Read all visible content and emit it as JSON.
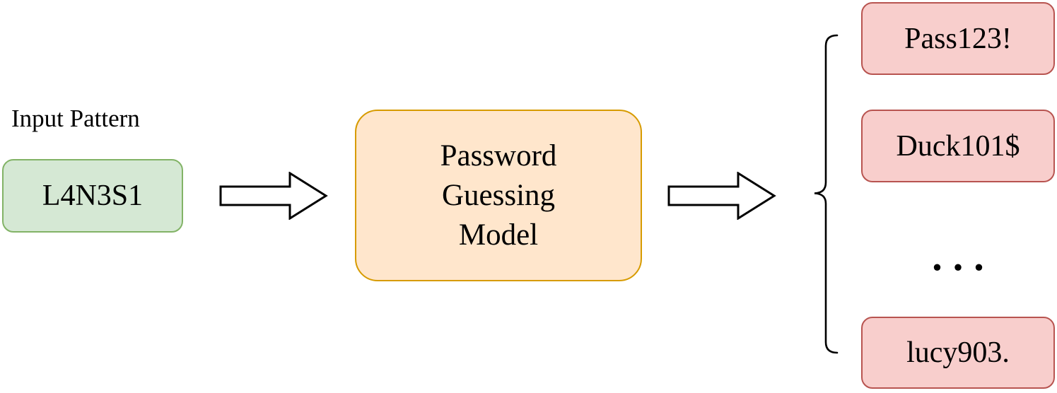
{
  "input": {
    "label": "Input Pattern",
    "pattern": "L4N3S1"
  },
  "model": {
    "lines": [
      "Password",
      "Guessing",
      "Model"
    ]
  },
  "outputs": [
    "Pass123!",
    "Duck101$",
    "...",
    "lucy903."
  ],
  "icons": {
    "arrow_right": "block-arrow-right",
    "brace": "left-curly-brace"
  },
  "colors": {
    "input_fill": "#d5e8d4",
    "input_border": "#82b366",
    "model_fill": "#ffe6cc",
    "model_border": "#d79b00",
    "output_fill": "#f8cecc",
    "output_border": "#b85450",
    "arrow_fill": "#ffffff",
    "stroke": "#000000"
  }
}
